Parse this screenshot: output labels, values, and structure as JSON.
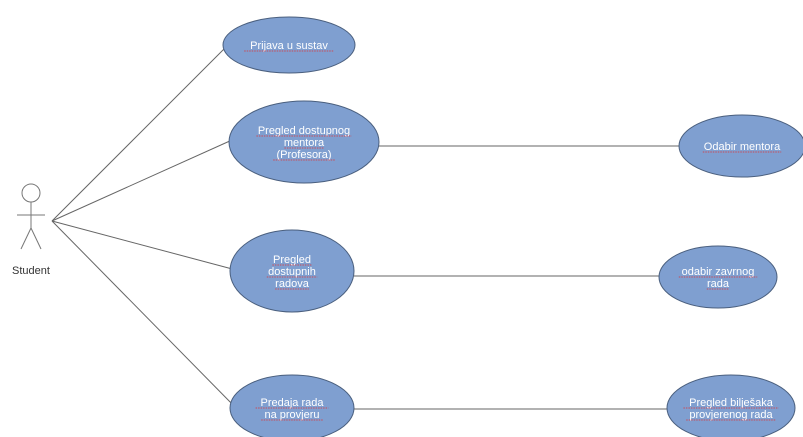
{
  "colors": {
    "usecase_fill": "#7f9fd0",
    "usecase_stroke": "#4a5f7e",
    "line": "#666666",
    "spellcheck_underline": "#e03030"
  },
  "actor": {
    "label": "Student"
  },
  "use_cases": {
    "prijava": {
      "lines": [
        "Prijava u sustav"
      ]
    },
    "pregled_mentora": {
      "lines": [
        "Pregled dostupnog",
        "mentora",
        "(Profesora)"
      ]
    },
    "pregled_radova": {
      "lines": [
        "Pregled",
        "dostupnih",
        "radova"
      ]
    },
    "predaja": {
      "lines": [
        "Predaja  rada",
        "na provjeru"
      ]
    },
    "odabir_mentora": {
      "lines": [
        "Odabir mentora"
      ]
    },
    "odabir_rada": {
      "lines": [
        "odabir zavrnog",
        "rada"
      ]
    },
    "pregled_biljeski": {
      "lines": [
        "Pregled bilješaka",
        "provjerenog rada"
      ]
    }
  }
}
